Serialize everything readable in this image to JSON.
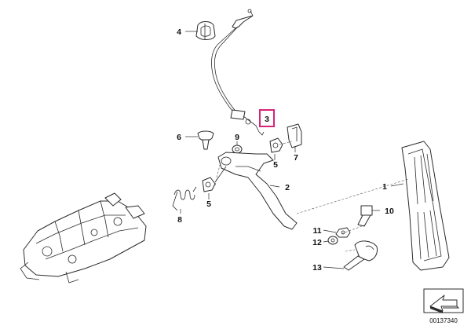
{
  "callouts": {
    "p1": "1",
    "p2": "2",
    "p3": "3",
    "p4": "4",
    "p5a": "5",
    "p5b": "5",
    "p6": "6",
    "p7": "7",
    "p8": "8",
    "p9": "9",
    "p10": "10",
    "p11": "11",
    "p12": "12",
    "p13": "13"
  },
  "highlight_color": "#d6247a",
  "document_number": "00137340",
  "icons": {
    "logo": "arrow-box-icon"
  }
}
